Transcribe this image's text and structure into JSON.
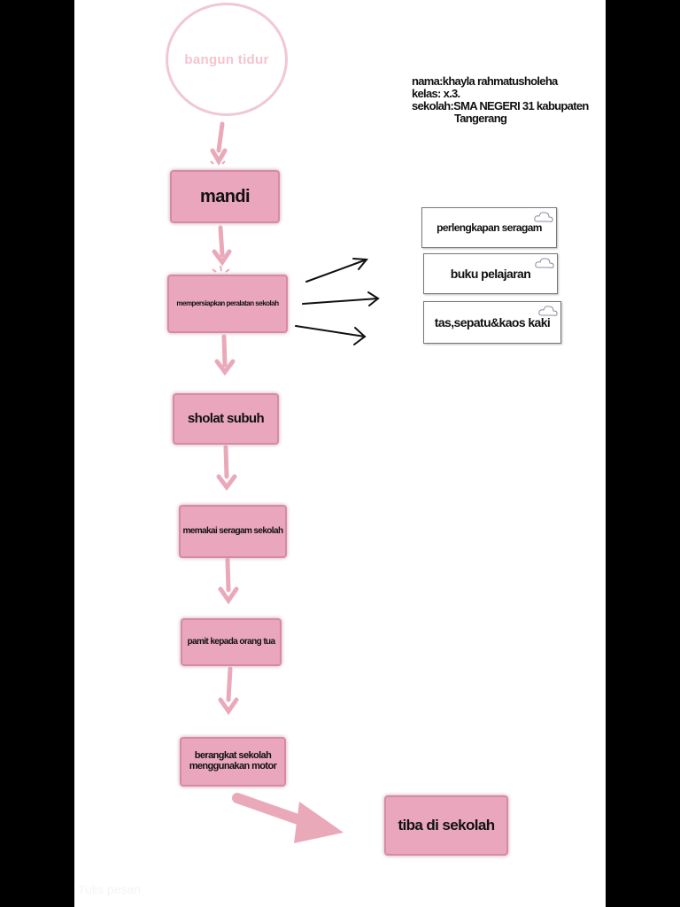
{
  "start": {
    "label": "bangun tidur"
  },
  "info": {
    "nama": "nama:khayla rahmatusholeha",
    "kelas": "kelas: x.3.",
    "sekolah": "sekolah:SMA NEGERI 31 kabupaten",
    "kota": "Tangerang"
  },
  "steps": {
    "mandi": "mandi",
    "siapkan": "mempersiapkan peralatan sekolah",
    "sholat": "sholat subuh",
    "seragam": "memakai seragam sekolah",
    "pamit": "pamit kepada orang tua",
    "berangkat1": "berangkat sekolah",
    "berangkat2": "menggunakan motor",
    "tiba": "tiba di sekolah"
  },
  "items": {
    "item1": "perlengkapan seragam",
    "item2": "buku pelajaran",
    "item3": "tas,sepatu&kaos kaki"
  },
  "footer": {
    "text": "Tulis pesan"
  },
  "colors": {
    "box": "#e9a6bd",
    "arrow": "#eaa9b9",
    "circle": "#f1c7d3"
  }
}
